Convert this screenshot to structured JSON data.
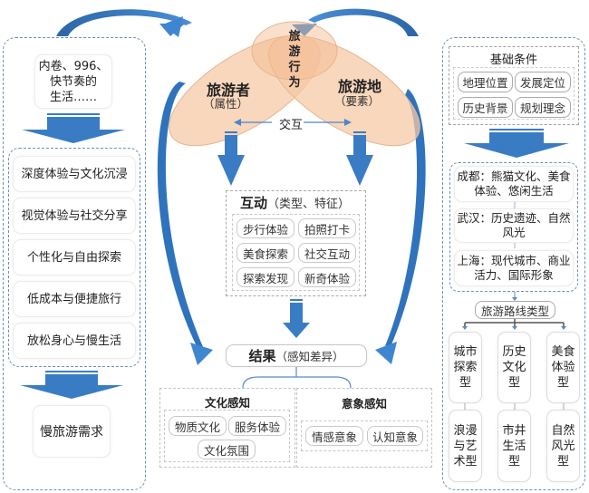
{
  "left": {
    "pressure_text": [
      "内卷、996、",
      "快节奏的",
      "生活……"
    ],
    "motivations": [
      "深度体验与文化沉浸",
      "视觉体验与社交分享",
      "个性化与自由探索",
      "低成本与便捷旅行",
      "放松身心与慢生活"
    ],
    "demand": "慢旅游需求"
  },
  "center": {
    "venn": {
      "left_title": "旅游者",
      "left_sub": "（属性）",
      "right_title": "旅游地",
      "right_sub": "（要素）",
      "middle_chars": [
        "旅",
        "游",
        "行",
        "为"
      ]
    },
    "interaction_label": "交互",
    "interaction_box": {
      "title": "互动",
      "subtitle": "（类型、特征）",
      "items": [
        "步行体验",
        "拍照打卡",
        "美食探索",
        "社交互动",
        "探索发现",
        "新奇体验"
      ]
    },
    "result": {
      "title": "结果",
      "subtitle": "（感知差异）"
    },
    "culture_perception": {
      "title": "文化感知",
      "items": [
        "物质文化",
        "服务体验",
        "文化氛围"
      ]
    },
    "image_perception": {
      "title": "意象感知",
      "items": [
        "情感意象",
        "认知意象"
      ]
    }
  },
  "right": {
    "basics_title": "基础条件",
    "basics_items": [
      "地理位置",
      "发展定位",
      "历史背景",
      "规划理念"
    ],
    "cities": [
      [
        "成都：熊猫文化、美食",
        "体验、悠闲生活"
      ],
      [
        "武汉：历史遗迹、自然",
        "风光"
      ],
      [
        "上海：现代城市、商业",
        "活力、国际形象"
      ]
    ],
    "route_title": "旅游路线类型",
    "route_types": [
      [
        "城市",
        "探索",
        "型"
      ],
      [
        "历史",
        "文化",
        "型"
      ],
      [
        "美食",
        "体验",
        "型"
      ],
      [
        "浪漫",
        "与艺",
        "术型"
      ],
      [
        "市井",
        "生活",
        "型"
      ],
      [
        "自然",
        "风光",
        "型"
      ]
    ]
  },
  "colors": {
    "arrow_blue": "#3a7cc4",
    "arrow_dark": "#2c65a8",
    "venn_fill": "#f6c9a6",
    "dash_blue": "#6f8fb3",
    "dash_grey": "#a8a8a8"
  }
}
